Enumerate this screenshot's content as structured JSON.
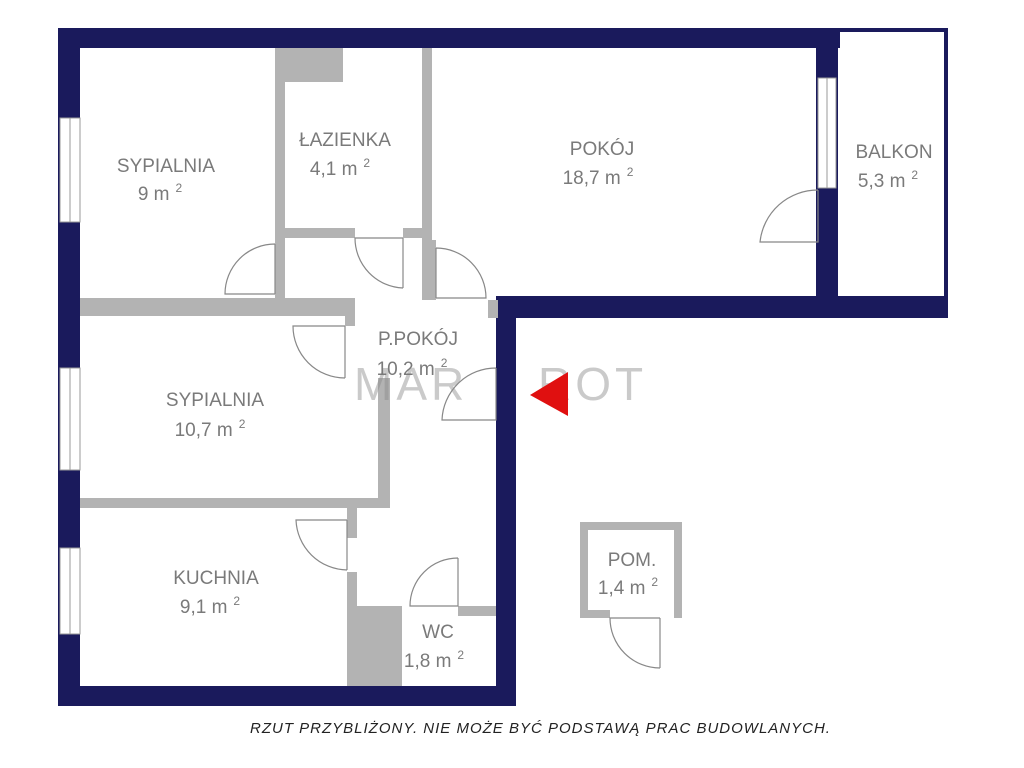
{
  "colors": {
    "exterior_wall": "#1a1a5c",
    "interior_wall": "#b3b3b3",
    "window": "#ffffff",
    "door_line": "#888888",
    "label": "#7a7a7a",
    "marker": "#e01010"
  },
  "rooms": [
    {
      "id": "sypialnia-1",
      "name": "SYPIALNIA",
      "area": "9 m",
      "unit_sup": "2"
    },
    {
      "id": "lazienka",
      "name": "ŁAZIENKA",
      "area": "4,1 m",
      "unit_sup": "2"
    },
    {
      "id": "pokoj",
      "name": "POKÓJ",
      "area": "18,7 m",
      "unit_sup": "2"
    },
    {
      "id": "balkon",
      "name": "BALKON",
      "area": "5,3 m",
      "unit_sup": "2"
    },
    {
      "id": "p-pokoj",
      "name": "P.POKÓJ",
      "area": "10,2 m",
      "unit_sup": "2"
    },
    {
      "id": "sypialnia-2",
      "name": "SYPIALNIA",
      "area": "10,7 m",
      "unit_sup": "2"
    },
    {
      "id": "kuchnia",
      "name": "KUCHNIA",
      "area": "9,1 m",
      "unit_sup": "2"
    },
    {
      "id": "wc",
      "name": "WC",
      "area": "1,8 m",
      "unit_sup": "2"
    },
    {
      "id": "pom",
      "name": "POM.",
      "area": "1,4 m",
      "unit_sup": "2"
    }
  ],
  "watermark": {
    "left": "MAR",
    "right": "ROT"
  },
  "entrance_marker": "entrance-arrow-icon",
  "disclaimer": "RZUT  PRZYBLIŻONY.  NIE  MOŻE  BYĆ  PODSTAWĄ  PRAC  BUDOWLANYCH."
}
